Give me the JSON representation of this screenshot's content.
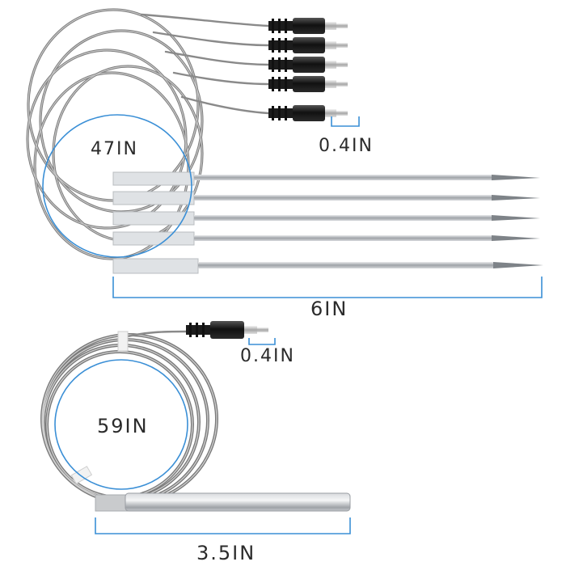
{
  "labels": {
    "cable_length_top": "47IN",
    "plug_length_top": "0.4IN",
    "probe_length_top": "6IN",
    "plug_length_bottom": "0.4IN",
    "cable_length_bottom": "59IN",
    "probe_length_bottom": "3.5IN"
  },
  "colors": {
    "dimension_line": "#3a8fd6",
    "cable_steel": "#8e8e8e",
    "plug_body": "#1a1a1a",
    "probe_steel": "#b9bcc0",
    "label_text": "#2b2b2b"
  }
}
